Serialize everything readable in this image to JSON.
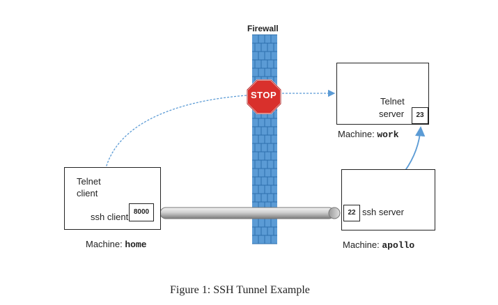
{
  "firewall": {
    "label": "Firewall",
    "stop_sign": "STOP"
  },
  "machines": {
    "home": {
      "prefix": "Machine: ",
      "name": "home",
      "telnet_client_line1": "Telnet",
      "telnet_client_line2": "client",
      "ssh_client": "ssh client",
      "port": "8000"
    },
    "work": {
      "prefix": "Machine: ",
      "name": "work",
      "telnet_server_line1": "Telnet",
      "telnet_server_line2": "server",
      "port": "23"
    },
    "apollo": {
      "prefix": "Machine: ",
      "name": "apollo",
      "ssh_server": "ssh server",
      "port": "22"
    }
  },
  "caption": "Figure 1: SSH Tunnel Example",
  "colors": {
    "firewall_blue": "#5b9bd5",
    "firewall_dark": "#2e6fad",
    "stop_red": "#d9302c",
    "arrow_blue": "#5b9bd5"
  }
}
